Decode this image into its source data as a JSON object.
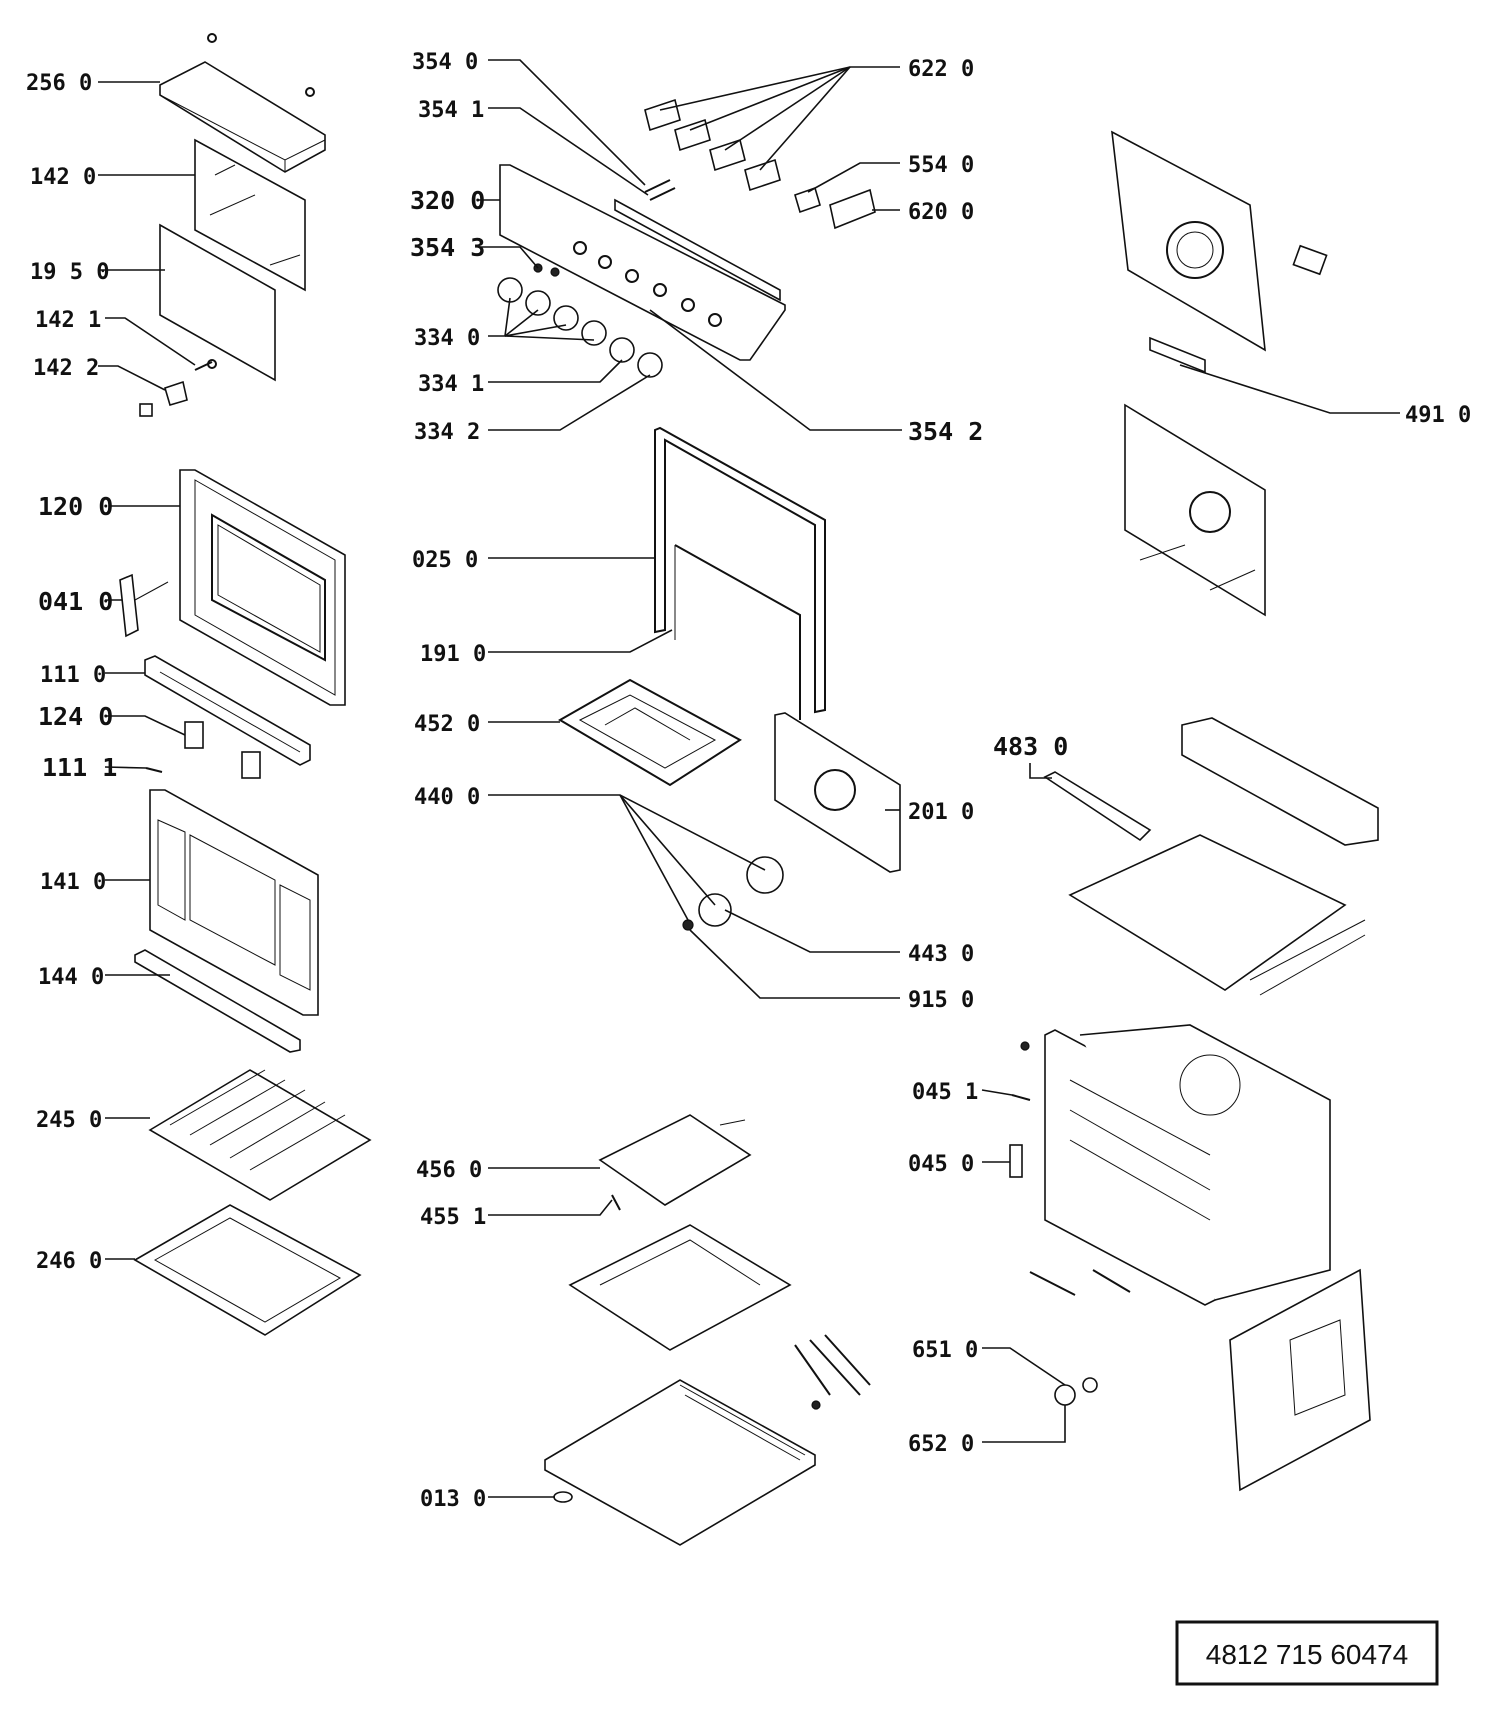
{
  "labels": {
    "l256_0": "256  0",
    "l142_0": "142  0",
    "l195_0": "19 5 0",
    "l142_1": "142  1",
    "l142_2": "142  2",
    "l354_0": "354  0",
    "l354_1": "354  1",
    "l320_0": "320 0",
    "l354_3": "354 3",
    "l334_0": "334  0",
    "l334_1": "334  1",
    "l334_2": "334  2",
    "l622_0": "622  0",
    "l554_0": "554  0",
    "l620_0": "620  0",
    "l354_2": "354 2",
    "l491_0": "491  0",
    "l120_0": "120 0",
    "l041_0": "041 0",
    "l111_0": "111  0",
    "l124_0": "124 0",
    "l111_1": "111 1",
    "l141_0": "141  0",
    "l144_0": "144  0",
    "l025_0": "025  0",
    "l191_0": "191  0",
    "l452_0": "452  0",
    "l440_0": "440  0",
    "l201_0": "201  0",
    "l443_0": "443  0",
    "l915_0": "915  0",
    "l483_0": "483 0",
    "l045_1": "045  1",
    "l045_0": "045  0",
    "l245_0": "245  0",
    "l246_0": "246  0",
    "l456_0": "456  0",
    "l455_1": "455  1",
    "l651_0": "651  0",
    "l652_0": "652  0",
    "l013_0": "013  0"
  },
  "document_number": "4812 715 60474"
}
